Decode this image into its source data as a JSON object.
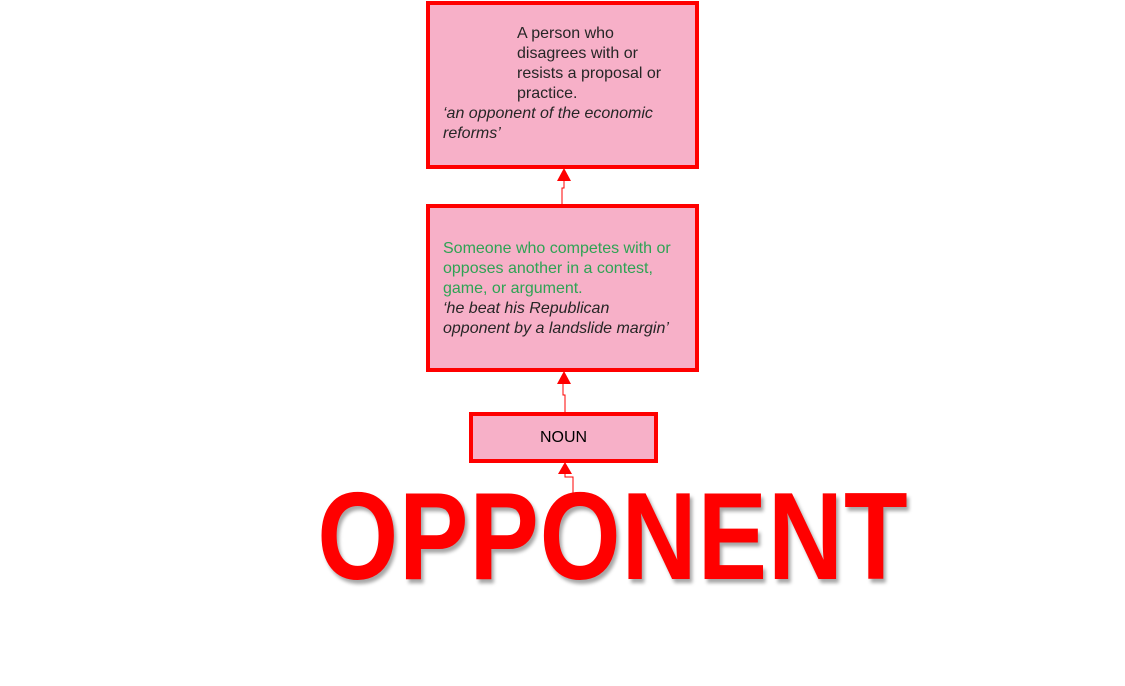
{
  "definitions": {
    "sense_2": {
      "lines": [
        "A person who",
        "disagrees with or",
        "resists a proposal or",
        "practice."
      ],
      "example_lines": [
        "‘an opponent of the economic",
        "reforms’"
      ]
    },
    "sense_1": {
      "lines": [
        "Someone who competes with or",
        "opposes another in a contest,",
        "game, or argument."
      ],
      "example_lines": [
        "‘he beat his Republican",
        "opponent by a landslide margin’"
      ]
    }
  },
  "part_of_speech": "NOUN",
  "word": "OPPONENT",
  "colors": {
    "accent": "#ff0000",
    "box_fill": "#f7b0c8",
    "definition_green": "#2ea354"
  }
}
